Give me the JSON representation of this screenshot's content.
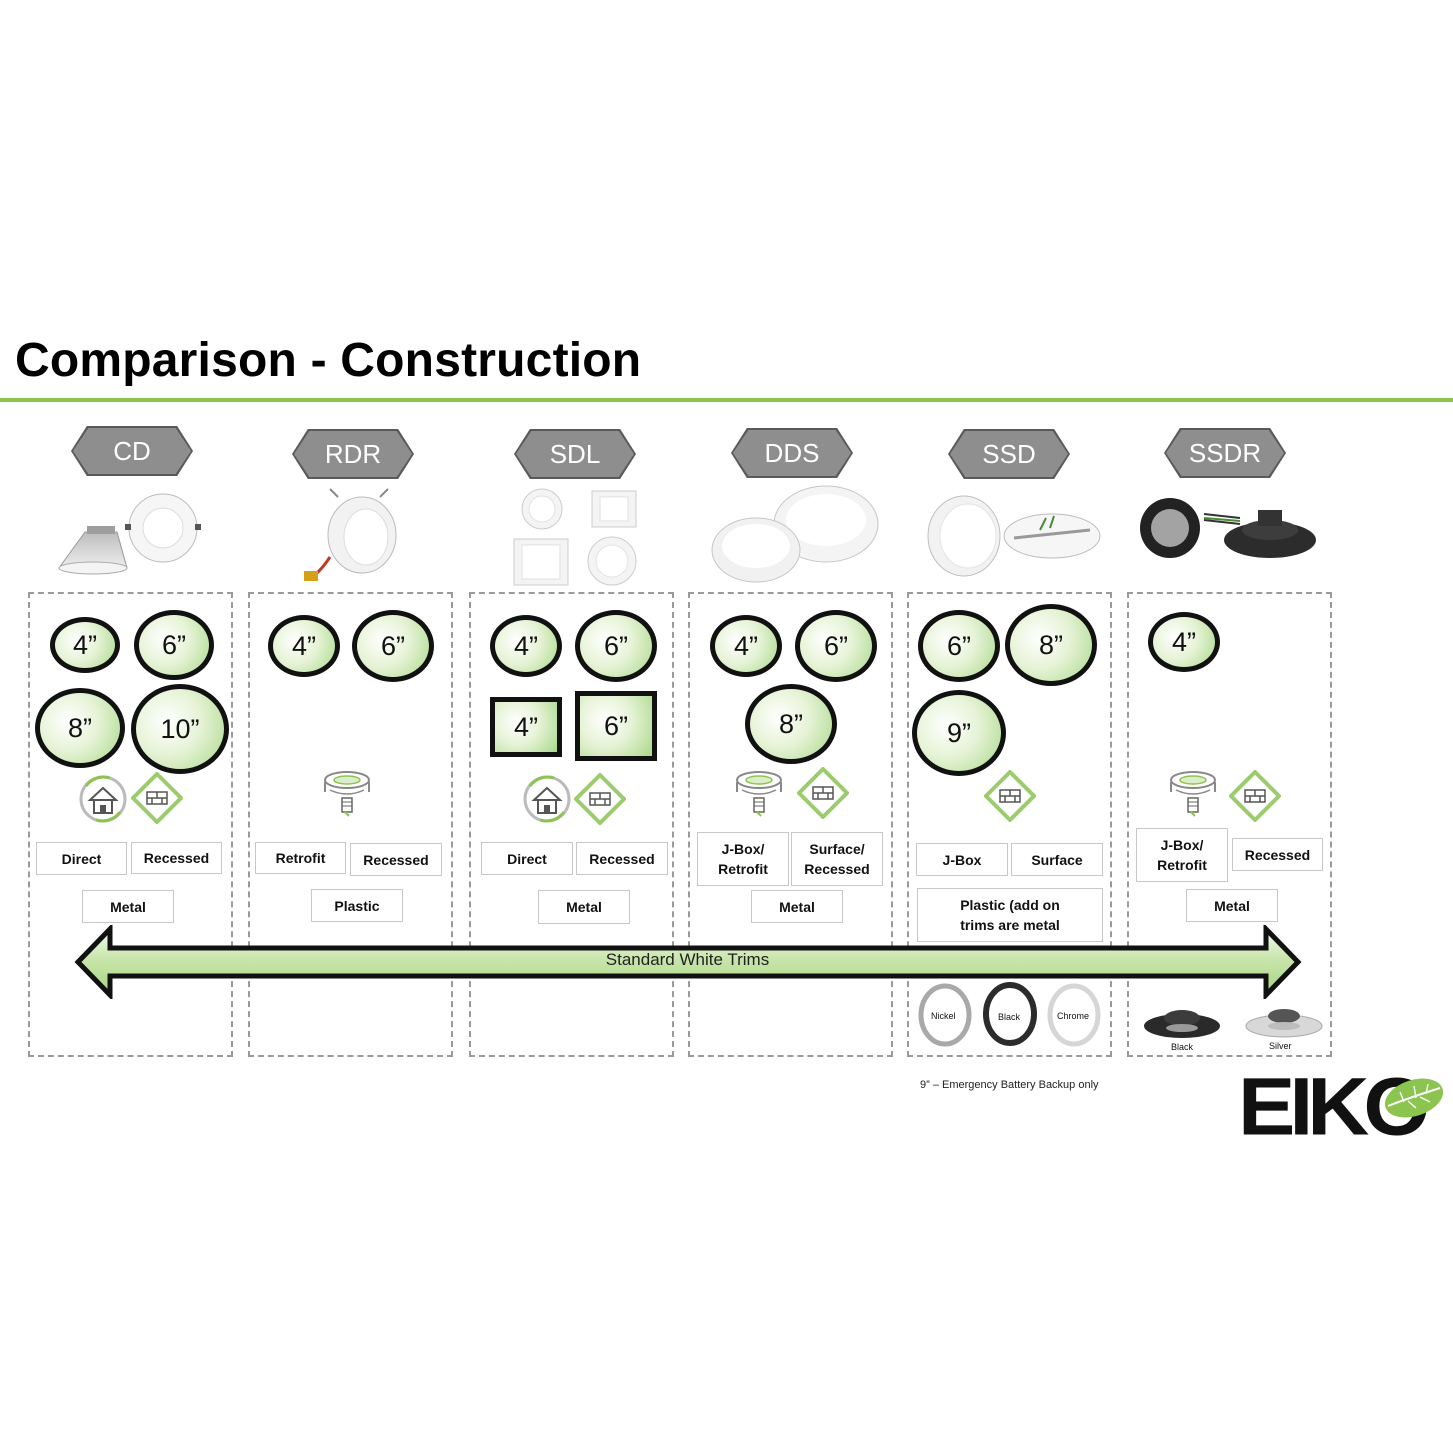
{
  "title": "Comparison - Construction",
  "colors": {
    "accent": "#8cc450",
    "hex_fill": "#8e8e8e",
    "size_fill": "#b9e09a",
    "border": "#111111"
  },
  "columns": [
    {
      "name": "CD",
      "sizes": [
        "4”",
        "6”",
        "8”",
        "10”"
      ],
      "icons": [
        "retrofit-house-icon",
        "recessed-brick-icon"
      ],
      "install": [
        "Direct",
        "Recessed"
      ],
      "material": "Metal"
    },
    {
      "name": "RDR",
      "sizes": [
        "4”",
        "6”"
      ],
      "icons": [
        "jbox-retrofit-icon"
      ],
      "install": [
        "Retrofit",
        "Recessed"
      ],
      "material": "Plastic"
    },
    {
      "name": "SDL",
      "sizes": [
        "4”",
        "6”",
        "4”",
        "6”"
      ],
      "icons": [
        "retrofit-house-icon",
        "recessed-brick-icon"
      ],
      "install": [
        "Direct",
        "Recessed"
      ],
      "material": "Metal"
    },
    {
      "name": "DDS",
      "sizes": [
        "4”",
        "6”",
        "8”"
      ],
      "icons": [
        "jbox-retrofit-icon",
        "recessed-brick-icon"
      ],
      "install": [
        "J-Box/ Retrofit",
        "Surface/ Recessed"
      ],
      "material": "Metal"
    },
    {
      "name": "SSD",
      "sizes": [
        "6”",
        "8”",
        "9”"
      ],
      "icons": [
        "recessed-brick-icon"
      ],
      "install": [
        "J-Box",
        "Surface"
      ],
      "material": "Plastic (add on trims are metal",
      "finishes": [
        "Nickel",
        "Black",
        "Chrome"
      ]
    },
    {
      "name": "SSDR",
      "sizes": [
        "4”"
      ],
      "icons": [
        "jbox-retrofit-icon",
        "recessed-brick-icon"
      ],
      "install": [
        "J-Box/ Retrofit",
        "Recessed"
      ],
      "material": "Metal",
      "finishes": [
        "Black",
        "Silver"
      ]
    }
  ],
  "arrow_label": "Standard White Trims",
  "note": "9” – Emergency Battery Backup only",
  "logo_text": "EIKO"
}
